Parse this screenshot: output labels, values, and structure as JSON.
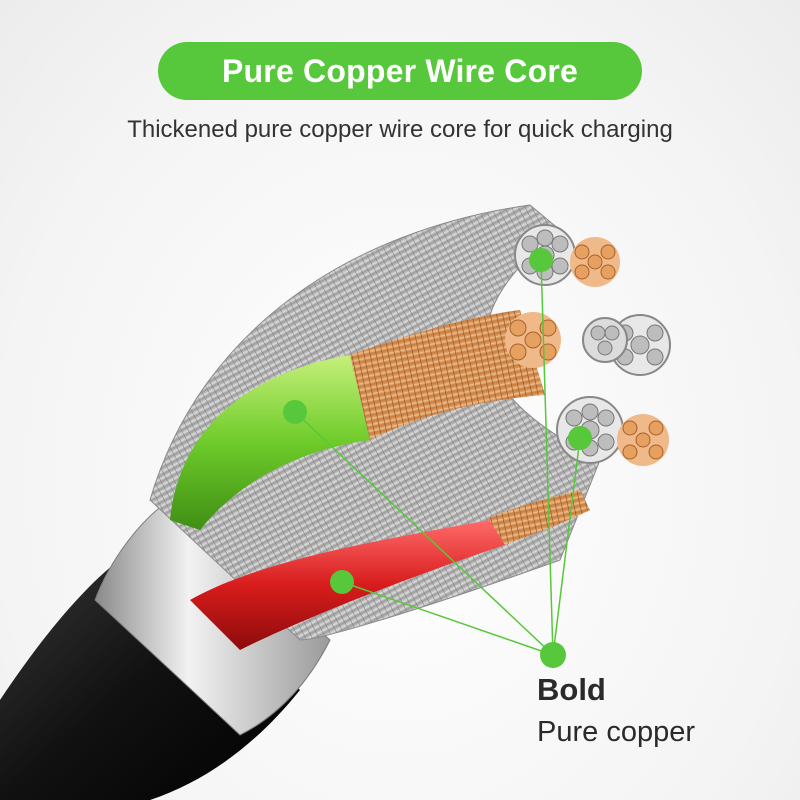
{
  "header": {
    "title": "Pure Copper Wire Core",
    "subtitle": "Thickened pure copper wire core for quick charging"
  },
  "callout": {
    "title": "Bold",
    "text": "Pure copper"
  },
  "colors": {
    "accent": "#57c73b",
    "copper": "#d9904f",
    "silver": "#bfbfbf",
    "green_insulation": "#7fd23a",
    "red_insulation": "#d81c1c",
    "jacket": "#1a1a1a"
  },
  "icons": [
    "copper-strand-bundle-icon",
    "silver-strand-bundle-icon",
    "callout-dot-icon"
  ]
}
